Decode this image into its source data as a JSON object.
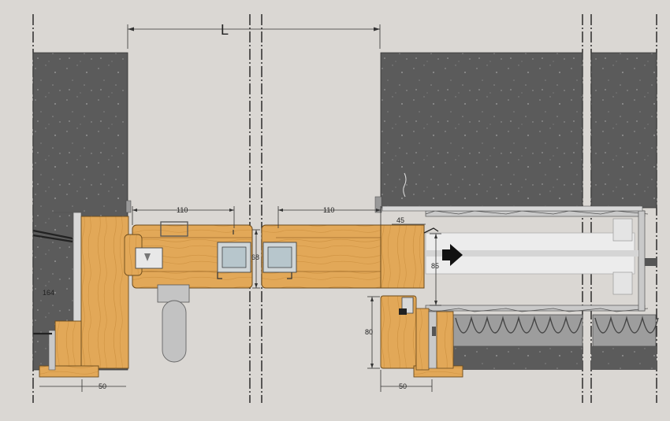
{
  "dimensions": {
    "opening": "L",
    "leaf_left": "110",
    "leaf_right": "110",
    "seal": "68",
    "frame_left_depth": "164",
    "frame_left_width": "50",
    "frame_right_width": "50",
    "frame_right_height": "80",
    "pocket_gap": "45",
    "pocket_depth": "85"
  },
  "colors": {
    "background": "#dad7d3",
    "wall": "#5b5b5b",
    "wood": "#e2a858",
    "wood_dark": "#b57b2e",
    "glass": "#b7c6cc",
    "metal": "#c9c9c9",
    "arrow": "#111111"
  },
  "icons": {
    "direction_arrow": "arrow-right-icon"
  }
}
